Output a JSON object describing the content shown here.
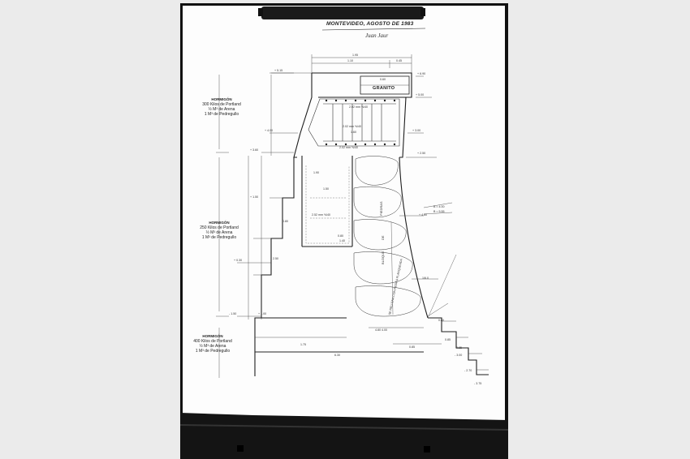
{
  "sheet": {
    "header": "MONTEVIDEO, AGOSTO DE 1983",
    "signature": "Juan Jaur",
    "materials": "GRANITO"
  },
  "mixes": [
    {
      "title": "HORMIGÓN",
      "l1": "300 Kilos de Portland",
      "l2": "½ M³ de Arena",
      "l3": "1 M³ de Pedregullo"
    },
    {
      "title": "HORMIGÓN",
      "l1": "250 Kilos de Portland",
      "l2": "½ M³ de Arena",
      "l3": "1 M³ de Pedregullo"
    },
    {
      "title": "HORMIGÓN",
      "l1": "400 Kilos de Portland",
      "l2": "½ M³ de Arena",
      "l3": "1 M³ de Pedregullo"
    }
  ],
  "rock_labels": {
    "piedras": "PIEDRAS",
    "de": "DE",
    "bloque": "BLOQUE",
    "fill": "SE RELLENA CON PIEDRA FLANQUEADA"
  },
  "dims": {
    "top_total": "1.95",
    "top_a": "1.10",
    "top_b": "0.45",
    "granito_h": "0.60",
    "rebar_1": "2.02 mm ⅝/40",
    "rebar_2": "1.60",
    "rebar_3": "2.02 mm ⅝/40",
    "rebar_4": "2.02 mm ⅝/40",
    "rebar_5": "2.52 mm ⅝/40",
    "level_top": "+ 5.15",
    "level_a": "+ 4.00",
    "level_b": "+ 3.60",
    "level_c": "+ 1.50",
    "level_d": "+ 0.30",
    "level_e": "- 1.50",
    "level_f": "- 2.70",
    "level_g": "- 3.00",
    "level_h": "- 3.75",
    "level_i": "+ 1.00",
    "right_a": "+ 6.90",
    "right_b": "+ 5.00",
    "right_c": "+ 3.00",
    "right_d": "+ 2.50",
    "right_e": "+ 4.60",
    "right_f": "0.80",
    "mid_a": "1.90",
    "mid_b": "1.50",
    "mid_c": "0.80",
    "mid_d": "1.40",
    "pm_a": "2.50",
    "pm_b": "0.80",
    "bot_a": "1.75",
    "bot_b": "6.30",
    "bot_c": "0.85",
    "bot_d": "0.85",
    "bot_e": "0.85",
    "bot_f": "4.80 4.00",
    "slope_a": "B = 4.00",
    "slope_b": "B = 5.55",
    "slope_c": "1/6.0"
  }
}
